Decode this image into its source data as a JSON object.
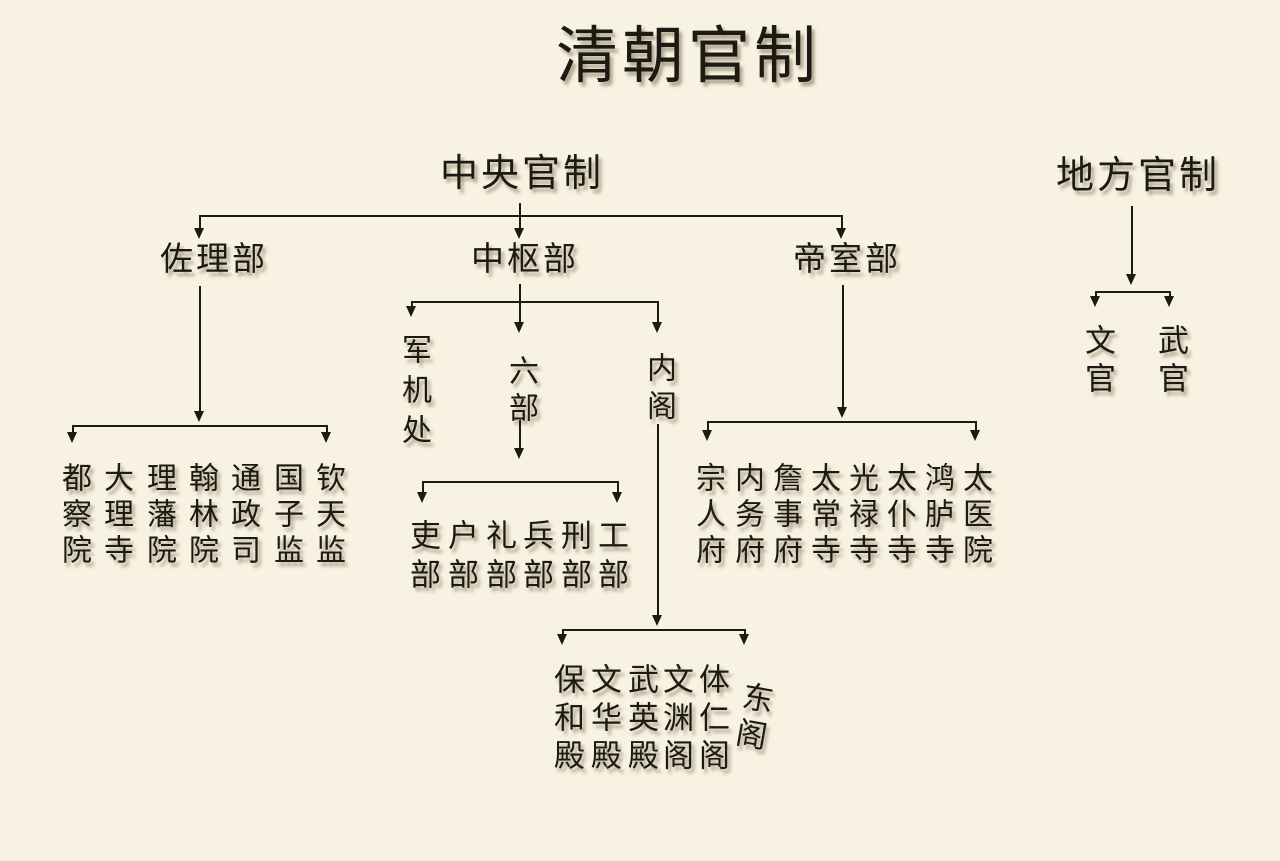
{
  "title": "清朝官制",
  "colors": {
    "background": "#F7F2E1",
    "ink": "#1D1A14"
  },
  "central": {
    "label": "中央官制",
    "branches": [
      {
        "label": "佐理部",
        "departments": [
          "都察院",
          "大理寺",
          "理藩院",
          "翰林院",
          "通政司",
          "国子监",
          "钦天监"
        ]
      },
      {
        "label": "中枢部",
        "organs": [
          {
            "label": "军机处"
          },
          {
            "label": "六部",
            "departments": [
              "吏部",
              "户部",
              "礼部",
              "兵部",
              "刑部",
              "工部"
            ]
          },
          {
            "label": "内阁",
            "departments": [
              "保和殿",
              "文华殿",
              "武英殿",
              "文渊阁",
              "体仁阁",
              "东阁"
            ]
          }
        ]
      },
      {
        "label": "帝室部",
        "departments": [
          "宗人府",
          "内务府",
          "詹事府",
          "太常寺",
          "光禄寺",
          "太仆寺",
          "鸿胪寺",
          "太医院"
        ]
      }
    ]
  },
  "local": {
    "label": "地方官制",
    "officials": [
      "文官",
      "武官"
    ]
  }
}
